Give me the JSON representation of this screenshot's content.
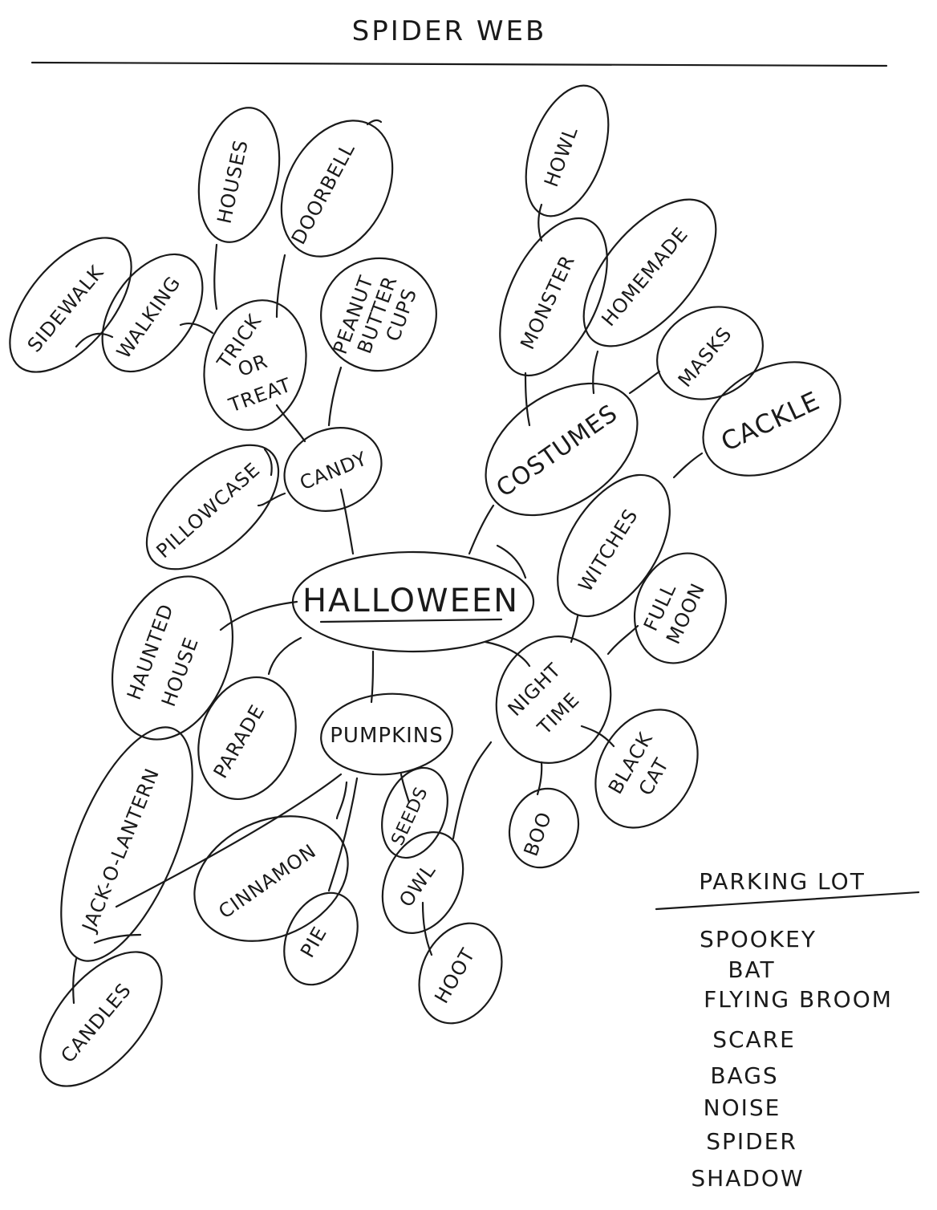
{
  "title": "SPIDER WEB",
  "center": "HALLOWEEN",
  "nodes": {
    "candy": "CANDY",
    "trick_or_treat": [
      "TRICK",
      "OR",
      "TREAT"
    ],
    "peanut_butter_cups": [
      "PEANUT",
      "BUTTER",
      "CUPS"
    ],
    "doorbell": "DOORBELL",
    "houses": "HOUSES",
    "walking": "WALKING",
    "sidewalk": "SIDEWALK",
    "pillowcase": "PILLOWCASE",
    "costumes": "COSTUMES",
    "monster": "MONSTER",
    "howl": "HOWL",
    "homemade": "HOMEMADE",
    "masks": "MASKS",
    "cackle": "CACKLE",
    "witches": "WITCHES",
    "full_moon": [
      "FULL",
      "MOON"
    ],
    "night_time": [
      "NIGHT",
      "TIME"
    ],
    "black_cat": [
      "BLACK",
      "CAT"
    ],
    "boo": "BOO",
    "haunted_house": [
      "HAUNTED",
      "HOUSE"
    ],
    "parade": "PARADE",
    "pumpkins": "PUMPKINS",
    "seeds": "SEEDS",
    "owl": "OWL",
    "hoot": "HOOT",
    "cinnamon": "CINNAMON",
    "pie": "PIE",
    "jack_o_lantern": "JACK-O-LANTERN",
    "candles": "CANDLES"
  },
  "parking_lot": {
    "title": "PARKING LOT",
    "items": [
      "SPOOKEY",
      "BAT",
      "FLYING BROOM",
      "SCARE",
      "BAGS",
      "NOISE",
      "SPIDER",
      "SHADOW"
    ]
  }
}
